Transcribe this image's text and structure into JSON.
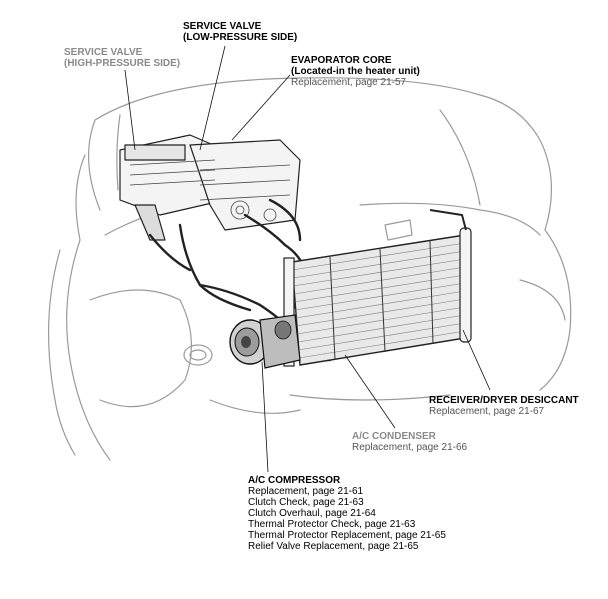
{
  "labels": {
    "service_valve_high": {
      "title_line1": "SERVICE VALVE",
      "title_line2": "(HIGH-PRESSURE SIDE)"
    },
    "service_valve_low": {
      "title_line1": "SERVICE VALVE",
      "title_line2": "(LOW-PRESSURE SIDE)"
    },
    "evaporator_core": {
      "title": "EVAPORATOR CORE",
      "subtitle": "(Located-in the heater unit)",
      "ref": "Replacement, page 21-57"
    },
    "receiver_dryer": {
      "title": "RECEIVER/DRYER DESICCANT",
      "ref": "Replacement, page 21-67"
    },
    "ac_condenser": {
      "title": "A/C CONDENSER",
      "ref": "Replacement, page 21-66"
    },
    "ac_compressor": {
      "title": "A/C COMPRESSOR",
      "refs": [
        "Replacement, page 21-61",
        "Clutch Check, page 21-63",
        "Clutch Overhaul, page 21-64",
        "Thermal Protector Check, page 21-63",
        "Thermal Protector Replacement, page 21-65",
        "Relief Valve Replacement, page 21-65"
      ]
    }
  }
}
